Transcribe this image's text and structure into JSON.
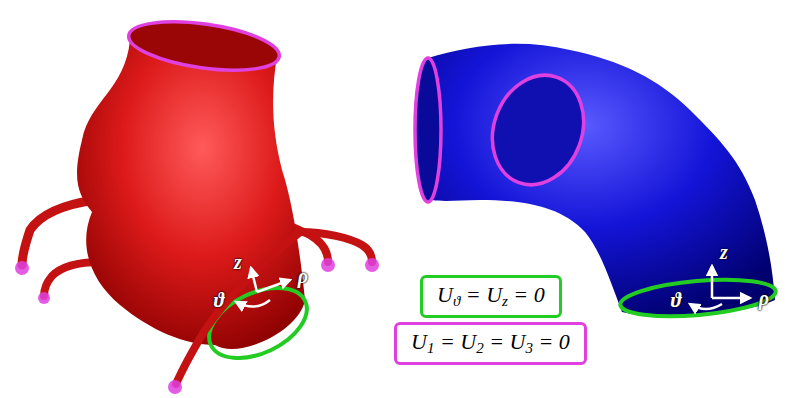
{
  "diagram": {
    "nodes": [
      {
        "text": [
          "Uϑ = Uz = 0"
        ]
      },
      {
        "text": [
          "U1 = U2 = U3 = 0"
        ]
      }
    ],
    "labels": [
      "z",
      "ϑ",
      "ρ",
      "z",
      "ϑ",
      "ρ"
    ]
  }
}
